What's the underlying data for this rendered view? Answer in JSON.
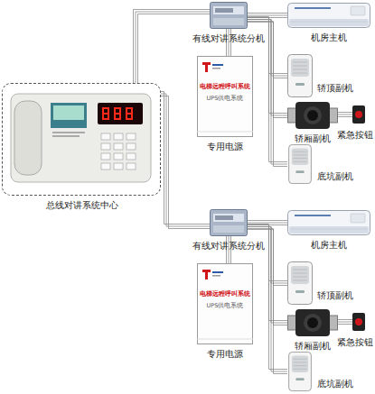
{
  "diagram": {
    "nodes": [
      {
        "text": [
          "总线对讲系统中心"
        ]
      },
      {
        "text": [
          "有线对讲系统分机"
        ]
      },
      {
        "text": [
          "机房主机"
        ]
      },
      {
        "text": [
          "轿顶副机"
        ]
      },
      {
        "text": [
          "电梯远程呼叫系统",
          "UPS供电系统",
          "专用电源"
        ]
      },
      {
        "text": [
          "轿厢副机"
        ]
      },
      {
        "text": [
          "紧急按钮"
        ]
      },
      {
        "text": [
          "底坑副机"
        ]
      },
      {
        "text": [
          "有线对讲系统分机"
        ]
      },
      {
        "text": [
          "机房主机"
        ]
      },
      {
        "text": [
          "轿顶副机"
        ]
      },
      {
        "text": [
          "电梯远程呼叫系统",
          "UPS供电系统",
          "专用电源"
        ]
      },
      {
        "text": [
          "轿厢副机"
        ]
      },
      {
        "text": [
          "紧急按钮"
        ]
      },
      {
        "text": [
          "底坑副机"
        ]
      }
    ],
    "edges": [
      {
        "from": 0,
        "to": 1,
        "arrow": "none"
      },
      {
        "from": 1,
        "to": 2,
        "arrow": "none"
      },
      {
        "from": 1,
        "to": 3,
        "arrow": "none"
      },
      {
        "from": 1,
        "to": 4,
        "arrow": "none"
      },
      {
        "from": 1,
        "to": 5,
        "arrow": "none"
      },
      {
        "from": 1,
        "to": 7,
        "arrow": "none"
      },
      {
        "from": 6,
        "to": 5,
        "arrow": "none"
      },
      {
        "from": 0,
        "to": 8,
        "arrow": "none"
      },
      {
        "from": 8,
        "to": 9,
        "arrow": "none"
      },
      {
        "from": 8,
        "to": 10,
        "arrow": "none"
      },
      {
        "from": 8,
        "to": 11,
        "arrow": "none"
      },
      {
        "from": 8,
        "to": 12,
        "arrow": "none"
      },
      {
        "from": 8,
        "to": 14,
        "arrow": "none"
      },
      {
        "from": 13,
        "to": 12,
        "arrow": "none"
      }
    ]
  }
}
